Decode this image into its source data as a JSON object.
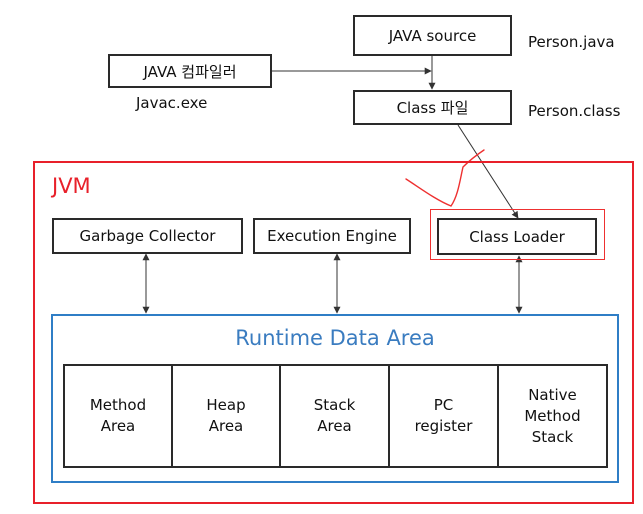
{
  "diagram": {
    "source_box": "JAVA source",
    "source_file": "Person.java",
    "compiler_box": "JAVA 컴파일러",
    "compiler_exe": "Javac.exe",
    "class_box": "Class 파일",
    "class_file": "Person.class",
    "jvm_label": "JVM",
    "components": {
      "garbage_collector": "Garbage Collector",
      "execution_engine": "Execution Engine",
      "class_loader": "Class Loader"
    },
    "runtime_area": {
      "title": "Runtime Data Area",
      "cells": [
        {
          "key": "method",
          "label": "Method\nArea"
        },
        {
          "key": "heap",
          "label": "Heap\nArea"
        },
        {
          "key": "stack",
          "label": "Stack\nArea"
        },
        {
          "key": "pc",
          "label": "PC\nregister"
        },
        {
          "key": "native",
          "label": "Native\nMethod\nStack"
        }
      ]
    }
  },
  "colors": {
    "jvm_border": "#e8202a",
    "runtime_border": "#2f7ec6",
    "runtime_title": "#3a7cc0",
    "annotation": "#ee3030",
    "box_border": "#2a2a2a"
  }
}
